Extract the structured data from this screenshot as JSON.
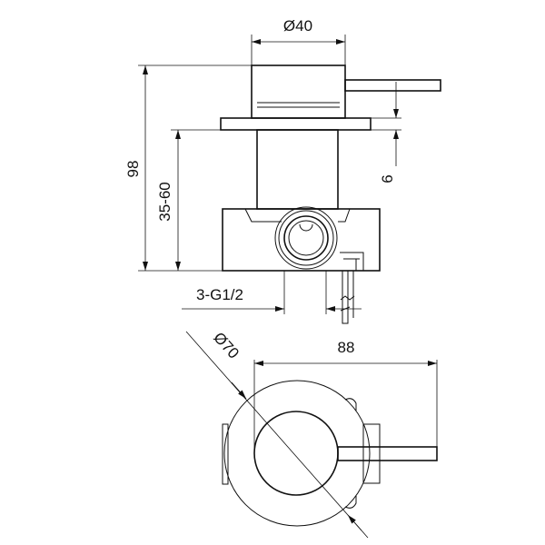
{
  "drawing": {
    "dimensions": {
      "body_diameter": "Ø40",
      "total_height": "98",
      "wall_depth": "35-60",
      "plate_thickness": "6",
      "connections": "3-G1/2",
      "plate_diameter": "Ø70",
      "handle_reach": "88"
    },
    "colors": {
      "line": "#111111",
      "background": "#ffffff"
    }
  }
}
